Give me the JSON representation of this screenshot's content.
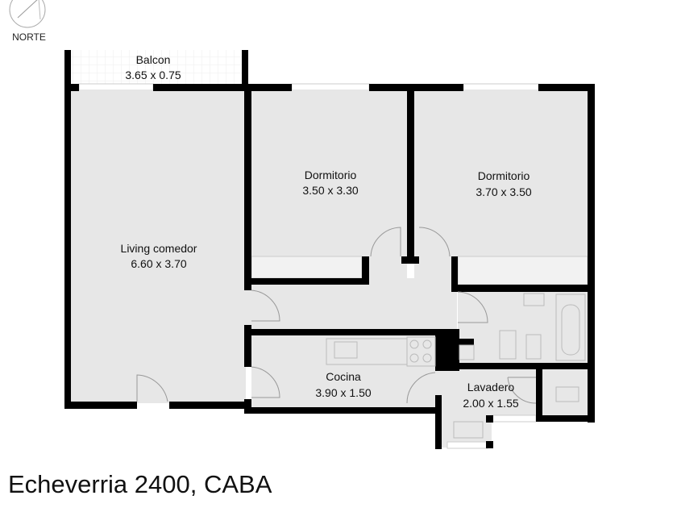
{
  "compass": {
    "label": "NORTE"
  },
  "rooms": [
    {
      "name": "Balcon",
      "size": "3.65 x 0.75"
    },
    {
      "name": "Living comedor",
      "size": "6.60 x 3.70"
    },
    {
      "name": "Dormitorio",
      "size": "3.50 x 3.30"
    },
    {
      "name": "Dormitorio",
      "size": "3.70 x 3.50"
    },
    {
      "name": "Cocina",
      "size": "3.90 x 1.50"
    },
    {
      "name": "Lavadero",
      "size": "2.00 x 1.55"
    }
  ],
  "address": "Echeverria 2400, CABA"
}
